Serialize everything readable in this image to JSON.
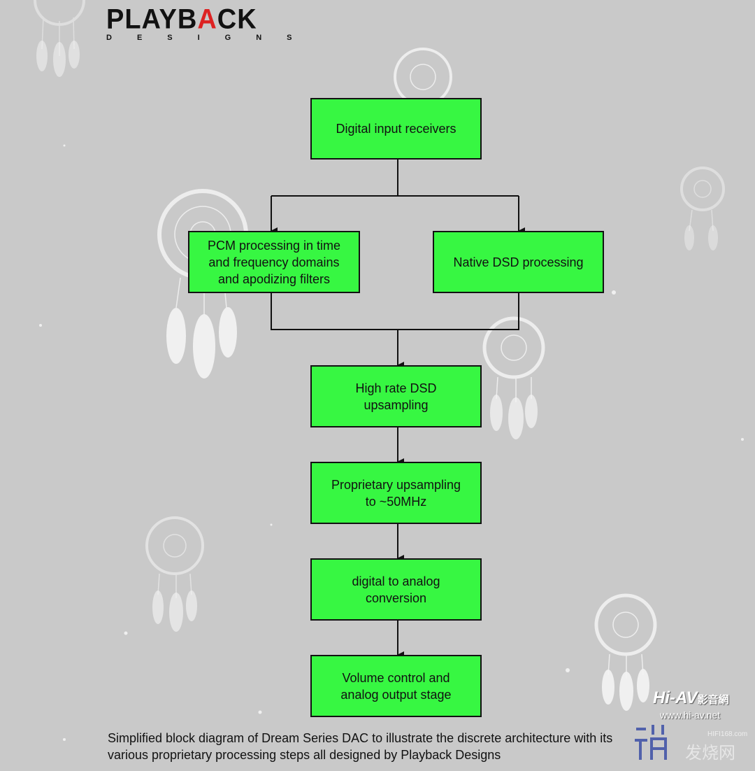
{
  "logo": {
    "main_left": "PLAYB",
    "main_accent": "A",
    "main_right": "CK",
    "sub": "DESIGNS"
  },
  "diagram": {
    "boxes": {
      "digital_input": "Digital input receivers",
      "pcm": "PCM processing in time\nand frequency domains\nand apodizing filters",
      "dsd": "Native DSD processing",
      "upsampling_dsd": "High rate DSD\nupsampling",
      "proprietary": "Proprietary upsampling\nto ~50MHz",
      "dac": "digital to analog\nconversion",
      "output": "Volume control and\nanalog output stage"
    }
  },
  "caption": "Simplified block diagram of Dream Series DAC to illustrate the discrete architecture with its\nvarious proprietary processing steps all designed by Playback Designs",
  "watermarks": {
    "hiav": "Hi-AV",
    "hiav_cn": "影音網",
    "hiav_url": "www.hi-av.net",
    "hifi168": "HIFI168.com",
    "fashao": "发烧网"
  },
  "colors": {
    "box_fill": "#37f742",
    "background": "#c9c9c9",
    "logo_accent": "#dd2222"
  }
}
